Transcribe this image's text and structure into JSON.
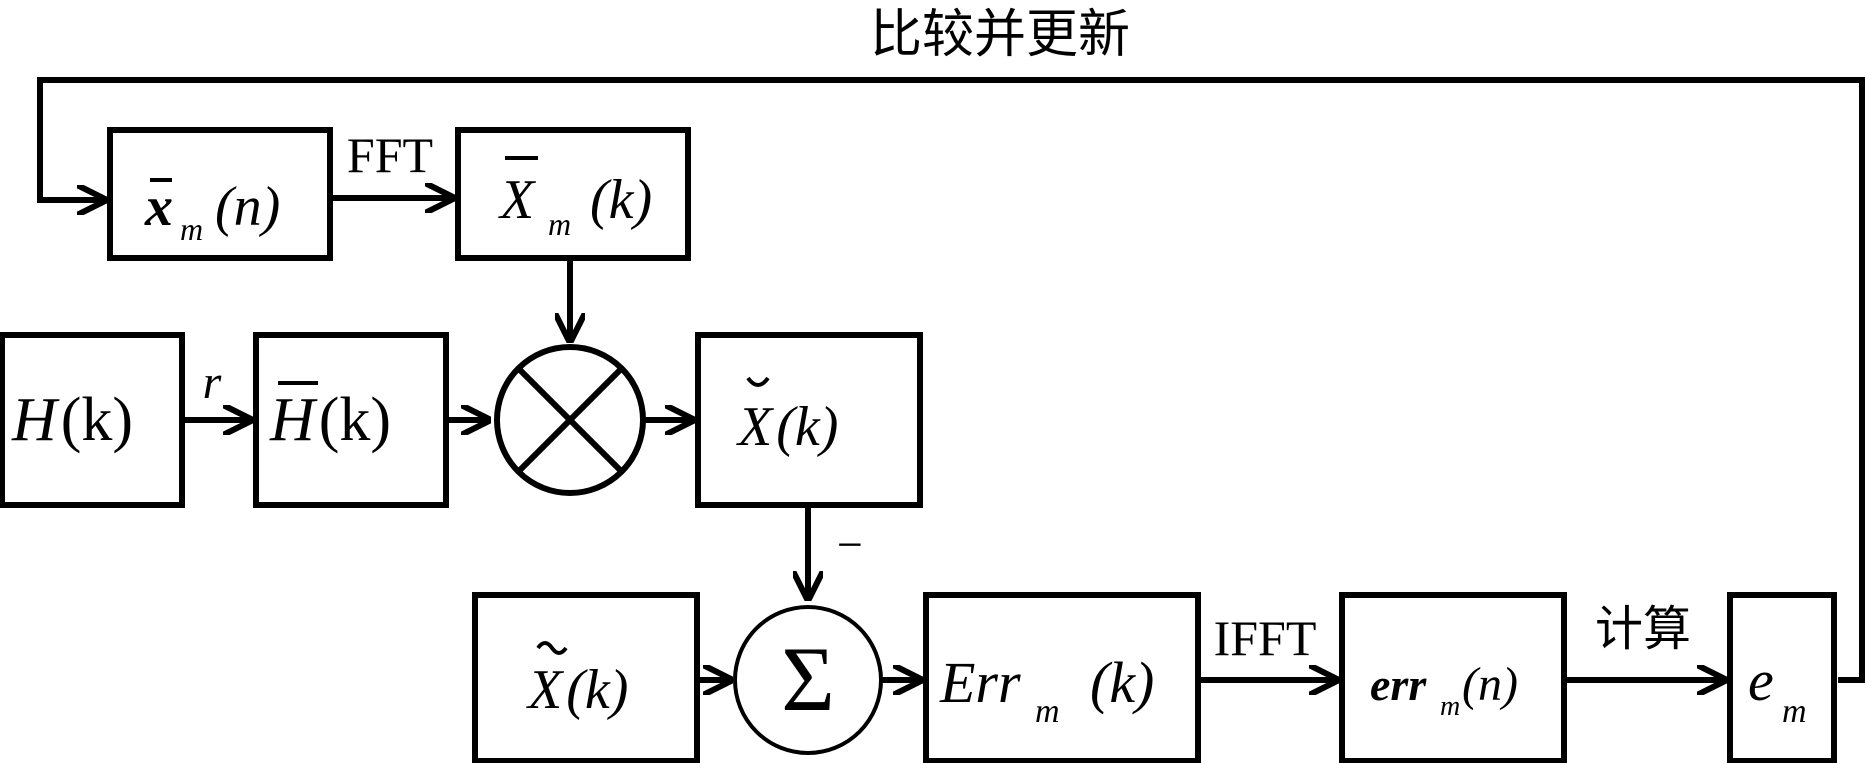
{
  "colors": {
    "stroke": "#000000",
    "background": "#ffffff"
  },
  "feedback": {
    "label": "比较并更新"
  },
  "blocks": {
    "xbar_n": {
      "base": "x",
      "sub": "m",
      "arg": "(n)"
    },
    "xbar_k": {
      "base": "X",
      "sub": "m",
      "arg": "(k)"
    },
    "h_k": {
      "base": "H",
      "arg": "(k)"
    },
    "hbar_k": {
      "base": "H",
      "arg": "(k)"
    },
    "xbreve_k": {
      "base": "X",
      "arg": "(k)"
    },
    "xtilde_k": {
      "base": "X",
      "arg": "(k)"
    },
    "err_k": {
      "base": "Err",
      "sub": "m",
      "arg": "(k)"
    },
    "err_n": {
      "base": "err",
      "sub": "m",
      "arg": "(n)"
    },
    "e_m": {
      "base": "e",
      "sub": "m"
    }
  },
  "operators": {
    "multiply": "×",
    "sum": "Σ"
  },
  "edge_labels": {
    "fft": "FFT",
    "r": "r",
    "minus": "−",
    "ifft": "IFFT",
    "compute": "计算"
  }
}
